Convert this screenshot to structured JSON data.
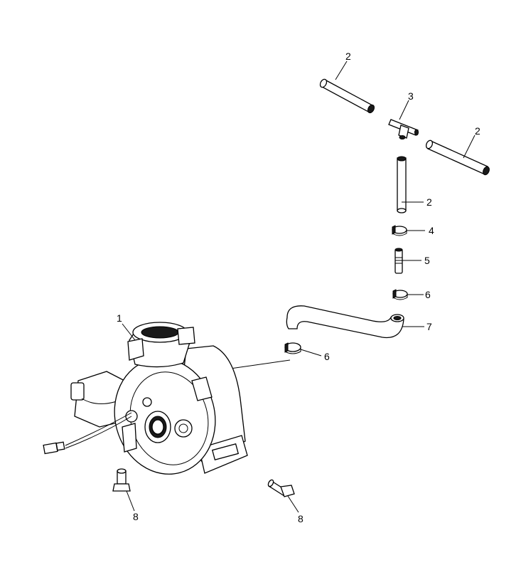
{
  "diagram": {
    "callouts": [
      {
        "id": "c1",
        "label": "1"
      },
      {
        "id": "c2a",
        "label": "2"
      },
      {
        "id": "c2b",
        "label": "2"
      },
      {
        "id": "c2c",
        "label": "2"
      },
      {
        "id": "c3",
        "label": "3"
      },
      {
        "id": "c4",
        "label": "4"
      },
      {
        "id": "c5",
        "label": "5"
      },
      {
        "id": "c6a",
        "label": "6"
      },
      {
        "id": "c6b",
        "label": "6"
      },
      {
        "id": "c7",
        "label": "7"
      },
      {
        "id": "c8a",
        "label": "8"
      },
      {
        "id": "c8b",
        "label": "8"
      }
    ]
  }
}
